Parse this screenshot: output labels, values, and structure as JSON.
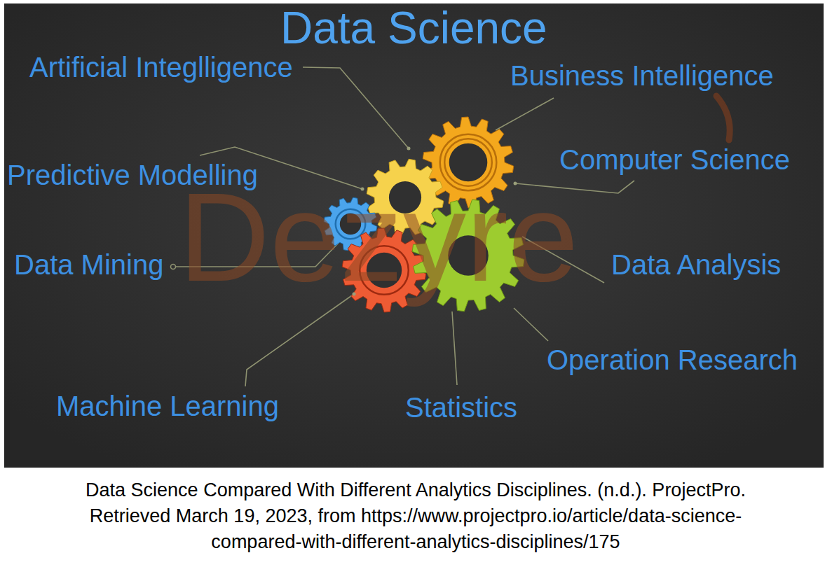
{
  "diagram": {
    "title": "Data Science",
    "caption": "Data Science Compared With Different Analytics Disciplines. (n.d.). ProjectPro. Retrieved March 19, 2023, from https://www.projectpro.io/article/data-science-compared-with-different-analytics-disciplines/175",
    "labels": [
      "Artificial Integlligence",
      "Business Intelligence",
      "Predictive Modelling",
      "Computer Science",
      "Data Mining",
      "Data Analysis",
      "Operation Research",
      "Machine Learning",
      "Statistics",
      "Dezyre"
    ]
  }
}
